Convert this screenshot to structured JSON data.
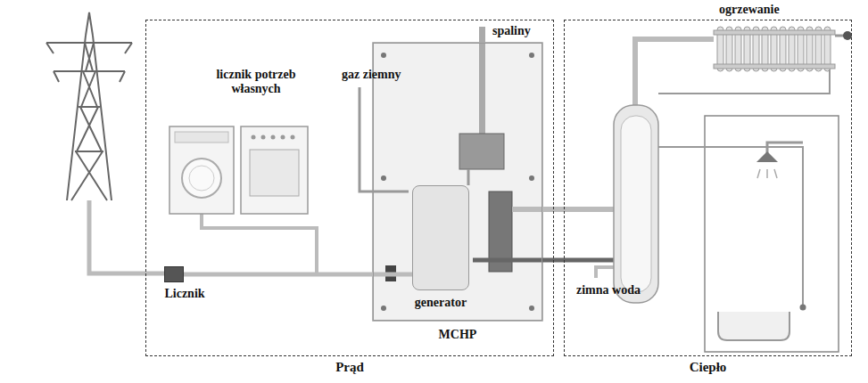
{
  "diagram": {
    "nodes": [
      {
        "text": [
          "Prąd"
        ]
      },
      {
        "text": [
          "Ciepło"
        ]
      },
      {
        "text": [
          "MCHP"
        ],
        "in": 0
      },
      {
        "text": [
          "generator"
        ],
        "in": 2
      },
      {
        "text": [
          "Licznik"
        ],
        "in": 0
      }
    ],
    "edges": [
      {
        "from": 4,
        "to": 3,
        "arrow": "none"
      }
    ],
    "labels": [
      "licznik potrzeb własnych",
      "gaz ziemny",
      "spaliny",
      "ogrzewanie",
      "zimna woda"
    ]
  }
}
